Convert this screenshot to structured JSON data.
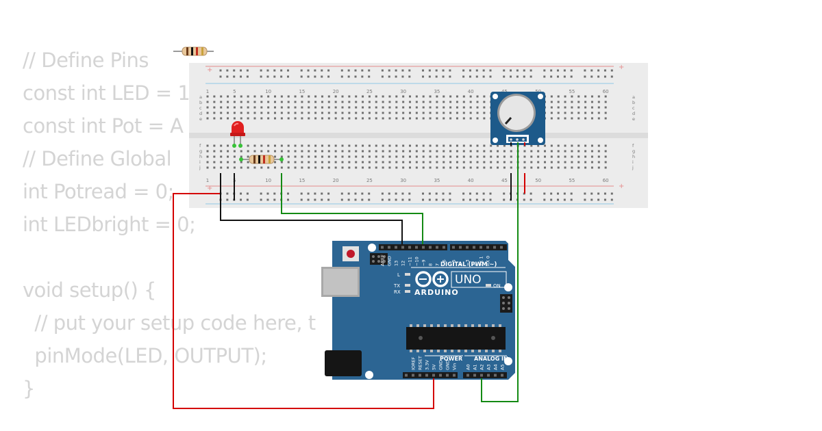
{
  "code": {
    "lines": [
      "// Define Pins",
      "const int LED = 1",
      "const int Pot = A",
      "// Define Global",
      "int Potread = 0;",
      "int LEDbright = 0;",
      "",
      "void setup() {",
      "  // put your setup code here, t",
      "  pinMode(LED, OUTPUT);",
      "}"
    ]
  },
  "breadboard": {
    "column_numbers": [
      "1",
      "5",
      "10",
      "15",
      "20",
      "25",
      "30",
      "35",
      "40",
      "45",
      "50",
      "55",
      "60"
    ],
    "rows_top": [
      "a",
      "b",
      "c",
      "d",
      "e"
    ],
    "rows_bottom": [
      "f",
      "g",
      "h",
      "i",
      "j"
    ],
    "rail_plus": "+",
    "rail_minus": "-"
  },
  "arduino": {
    "brand": "ARDUINO",
    "model": "UNO",
    "on_label": "ON",
    "l_label": "L",
    "tx_label": "TX",
    "rx_label": "RX",
    "digital_label": "DIGITAL (PWM ~)",
    "power_label": "POWER",
    "analog_label": "ANALOG IN",
    "digital_pins": [
      "AREF",
      "GND",
      "13",
      "12",
      "~11",
      "~10",
      "~9",
      "8",
      "7",
      "~6",
      "~5",
      "4",
      "~3",
      "2",
      "TX 1",
      "RX 0"
    ],
    "power_pins": [
      "IOREF",
      "RESET",
      "3.3V",
      "5V",
      "GND",
      "GND",
      "Vin"
    ],
    "analog_pins": [
      "A0",
      "A1",
      "A2",
      "A3",
      "A4",
      "A5"
    ]
  },
  "colors": {
    "wire_red": "#d40000",
    "wire_green": "#138a13",
    "wire_black": "#111111",
    "board_blue": "#2c6593",
    "pot_blue": "#1d5a8a",
    "breadboard": "#ececec"
  }
}
